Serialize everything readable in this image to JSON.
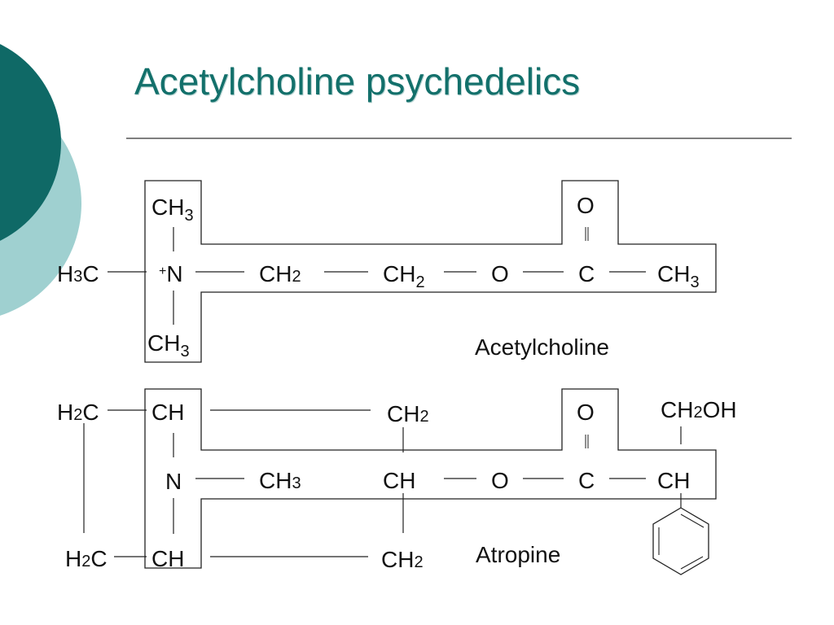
{
  "slide": {
    "title": "Acetylcholine psychedelics",
    "accent_dark": "#0f6966",
    "accent_light": "#9fd0d0"
  },
  "acetylcholine": {
    "name": "Acetylcholine",
    "box_ch3": "CH3",
    "box_n": "+N",
    "box_ch3_bottom": "CH3",
    "box_o": "O",
    "h3c": "H3C",
    "ch2_1": "CH2",
    "ch2_2": "CH2",
    "o_ester": "O",
    "c_carbonyl": "C",
    "ch3_end": "CH3"
  },
  "atropine": {
    "name": "Atropine",
    "box_ch_top": "CH",
    "box_n": "N",
    "box_ch_bottom": "CH",
    "box_o": "O",
    "h2c_top": "H2C",
    "h2c_bottom": "H2C",
    "ch3": "CH3",
    "ch2_top": "CH2",
    "ch_mid": "CH",
    "ch2_bottom": "CH2",
    "o_ester": "O",
    "c_carbonyl": "C",
    "ch_end": "CH",
    "ch2oh": "CH2OH"
  }
}
